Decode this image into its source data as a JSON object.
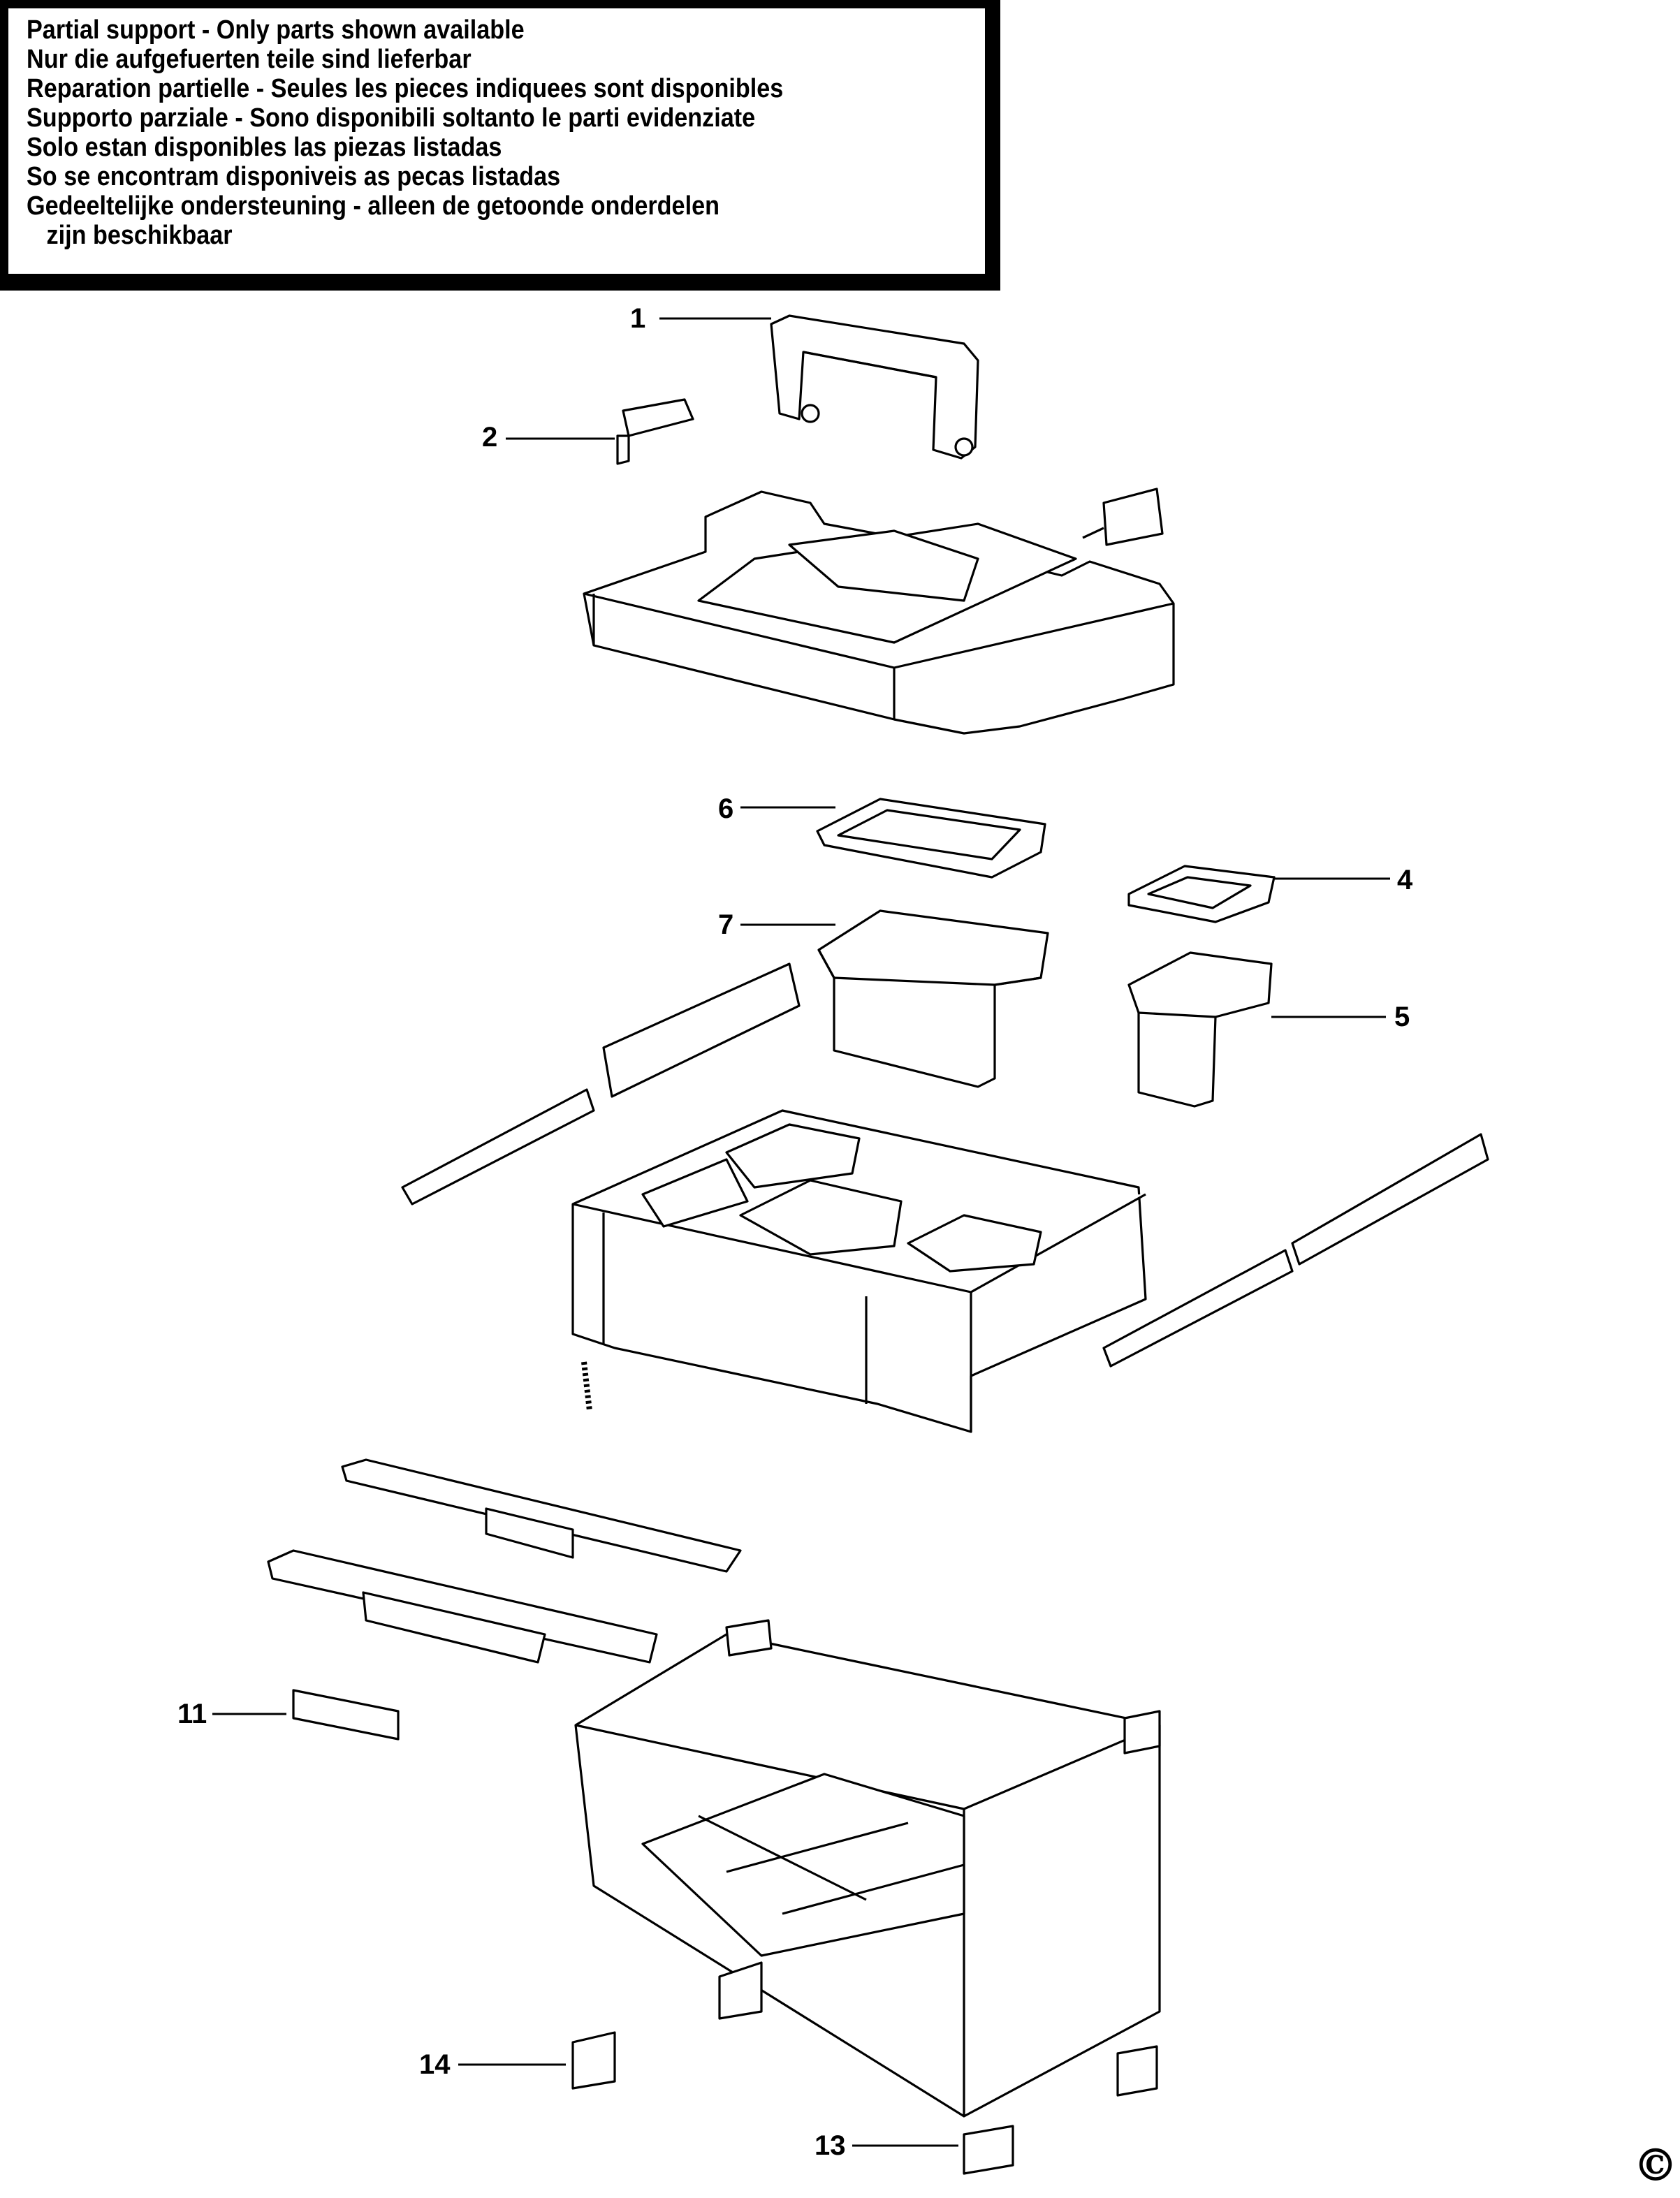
{
  "notice": {
    "lines": [
      "Partial support - Only parts shown available",
      "Nur die aufgefuerten teile sind lieferbar",
      "Reparation partielle - Seules les pieces indiquees sont disponibles",
      "Supporto parziale - Sono disponibili soltanto le parti evidenziate",
      "Solo estan disponibles las piezas listadas",
      "So se encontram disponiveis as pecas listadas",
      "Gedeeltelijke ondersteuning - alleen de getoonde onderdelen",
      "   zijn beschikbaar"
    ]
  },
  "parts": {
    "p1": "1",
    "p2": "2",
    "p4": "4",
    "p5": "5",
    "p6": "6",
    "p7": "7",
    "p11": "11",
    "p13": "13",
    "p14": "14"
  },
  "copyright": "©"
}
